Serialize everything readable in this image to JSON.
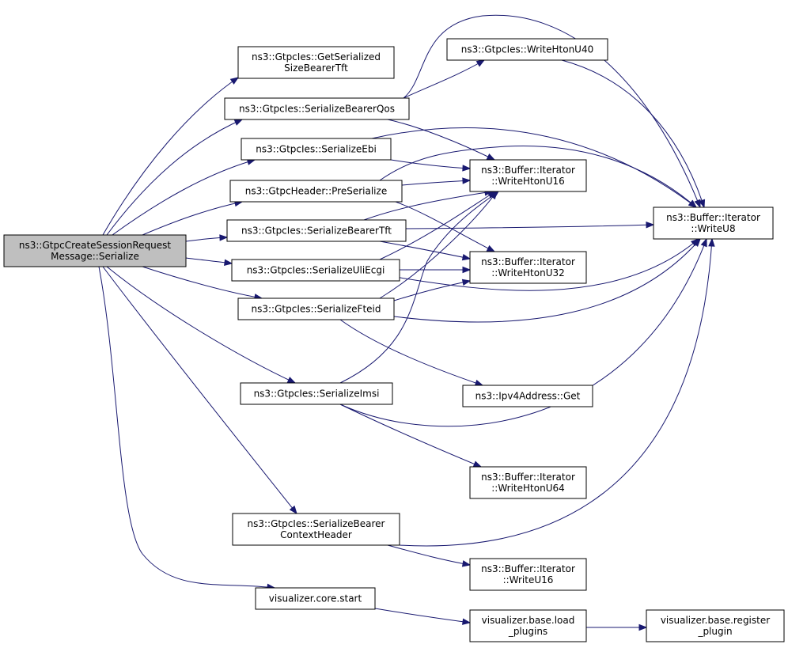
{
  "diagram": {
    "edge_color": "#191970",
    "root_fill": "#bfbfbf",
    "nodes": [
      {
        "id": "root",
        "lines": [
          "ns3::GtpcCreateSessionRequest",
          "Message::Serialize"
        ],
        "root": true
      },
      {
        "id": "gsbt",
        "lines": [
          "ns3::GtpcIes::GetSerialized",
          "SizeBearerTft"
        ]
      },
      {
        "id": "sbq",
        "lines": [
          "ns3::GtpcIes::SerializeBearerQos"
        ]
      },
      {
        "id": "sebi",
        "lines": [
          "ns3::GtpcIes::SerializeEbi"
        ]
      },
      {
        "id": "pre",
        "lines": [
          "ns3::GtpcHeader::PreSerialize"
        ]
      },
      {
        "id": "sbt",
        "lines": [
          "ns3::GtpcIes::SerializeBearerTft"
        ]
      },
      {
        "id": "suli",
        "lines": [
          "ns3::GtpcIes::SerializeUliEcgi"
        ]
      },
      {
        "id": "sft",
        "lines": [
          "ns3::GtpcIes::SerializeFteid"
        ]
      },
      {
        "id": "simsi",
        "lines": [
          "ns3::GtpcIes::SerializeImsi"
        ]
      },
      {
        "id": "sbch",
        "lines": [
          "ns3::GtpcIes::SerializeBearer",
          "ContextHeader"
        ]
      },
      {
        "id": "vcs",
        "lines": [
          "visualizer.core.start"
        ]
      },
      {
        "id": "wh40",
        "lines": [
          "ns3::GtpcIes::WriteHtonU40"
        ]
      },
      {
        "id": "wh16",
        "lines": [
          "ns3::Buffer::Iterator",
          "::WriteHtonU16"
        ]
      },
      {
        "id": "wh32",
        "lines": [
          "ns3::Buffer::Iterator",
          "::WriteHtonU32"
        ]
      },
      {
        "id": "ipv4",
        "lines": [
          "ns3::Ipv4Address::Get"
        ]
      },
      {
        "id": "wh64",
        "lines": [
          "ns3::Buffer::Iterator",
          "::WriteHtonU64"
        ]
      },
      {
        "id": "wu16",
        "lines": [
          "ns3::Buffer::Iterator",
          "::WriteU16"
        ]
      },
      {
        "id": "vbl",
        "lines": [
          "visualizer.base.load",
          "_plugins"
        ]
      },
      {
        "id": "wu8",
        "lines": [
          "ns3::Buffer::Iterator",
          "::WriteU8"
        ]
      },
      {
        "id": "vbr",
        "lines": [
          "visualizer.base.register",
          "_plugin"
        ]
      }
    ],
    "edges": [
      [
        "root",
        "gsbt"
      ],
      [
        "root",
        "sbq"
      ],
      [
        "root",
        "sebi"
      ],
      [
        "root",
        "pre"
      ],
      [
        "root",
        "sbt"
      ],
      [
        "root",
        "suli"
      ],
      [
        "root",
        "sft"
      ],
      [
        "root",
        "simsi"
      ],
      [
        "root",
        "sbch"
      ],
      [
        "root",
        "vcs"
      ],
      [
        "sbq",
        "wh40"
      ],
      [
        "sbq",
        "wu8"
      ],
      [
        "sbq",
        "wh16"
      ],
      [
        "sebi",
        "wu8"
      ],
      [
        "sebi",
        "wh16"
      ],
      [
        "pre",
        "wh16"
      ],
      [
        "pre",
        "wh32"
      ],
      [
        "pre",
        "wu8"
      ],
      [
        "sbt",
        "wh16"
      ],
      [
        "sbt",
        "wu8"
      ],
      [
        "sbt",
        "wh32"
      ],
      [
        "suli",
        "wh16"
      ],
      [
        "suli",
        "wh32"
      ],
      [
        "suli",
        "wu8"
      ],
      [
        "sft",
        "wh16"
      ],
      [
        "sft",
        "wh32"
      ],
      [
        "sft",
        "wu8"
      ],
      [
        "sft",
        "ipv4"
      ],
      [
        "simsi",
        "wh16"
      ],
      [
        "simsi",
        "wu8"
      ],
      [
        "simsi",
        "wh64"
      ],
      [
        "sbch",
        "wu8"
      ],
      [
        "sbch",
        "wu16"
      ],
      [
        "vcs",
        "vbl"
      ],
      [
        "vbl",
        "vbr"
      ],
      [
        "wh40",
        "wu8"
      ]
    ]
  }
}
